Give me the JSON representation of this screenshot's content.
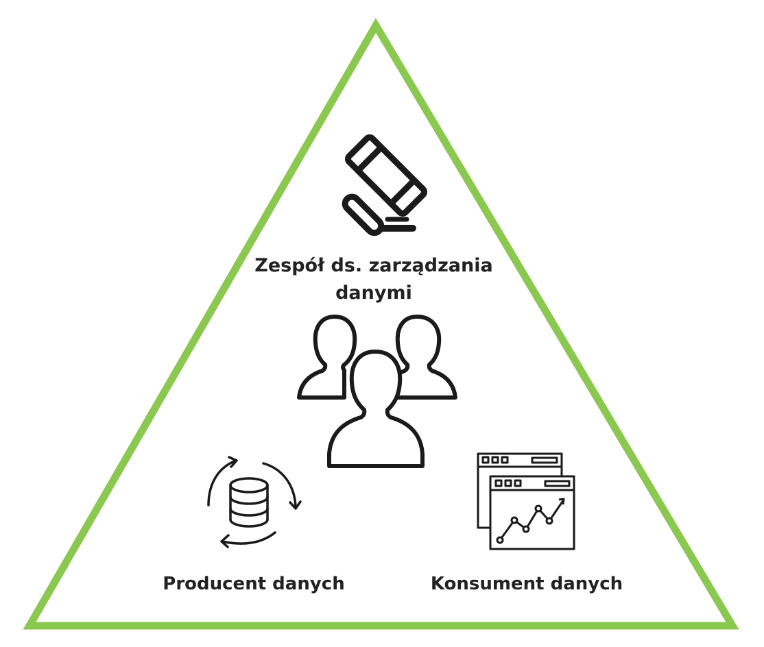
{
  "diagram": {
    "accent_color": "#8ac850",
    "icon_color": "#1a1a1a",
    "nodes": [
      {
        "id": "governance",
        "label_line1": "Zespół ds. zarządzania",
        "label_line2": "danymi",
        "icon": "gavel-icon"
      },
      {
        "id": "team",
        "icon": "people-group-icon"
      },
      {
        "id": "producer",
        "label": "Producent danych",
        "icon": "database-sync-icon"
      },
      {
        "id": "consumer",
        "label": "Konsument danych",
        "icon": "analytics-windows-icon"
      }
    ]
  }
}
